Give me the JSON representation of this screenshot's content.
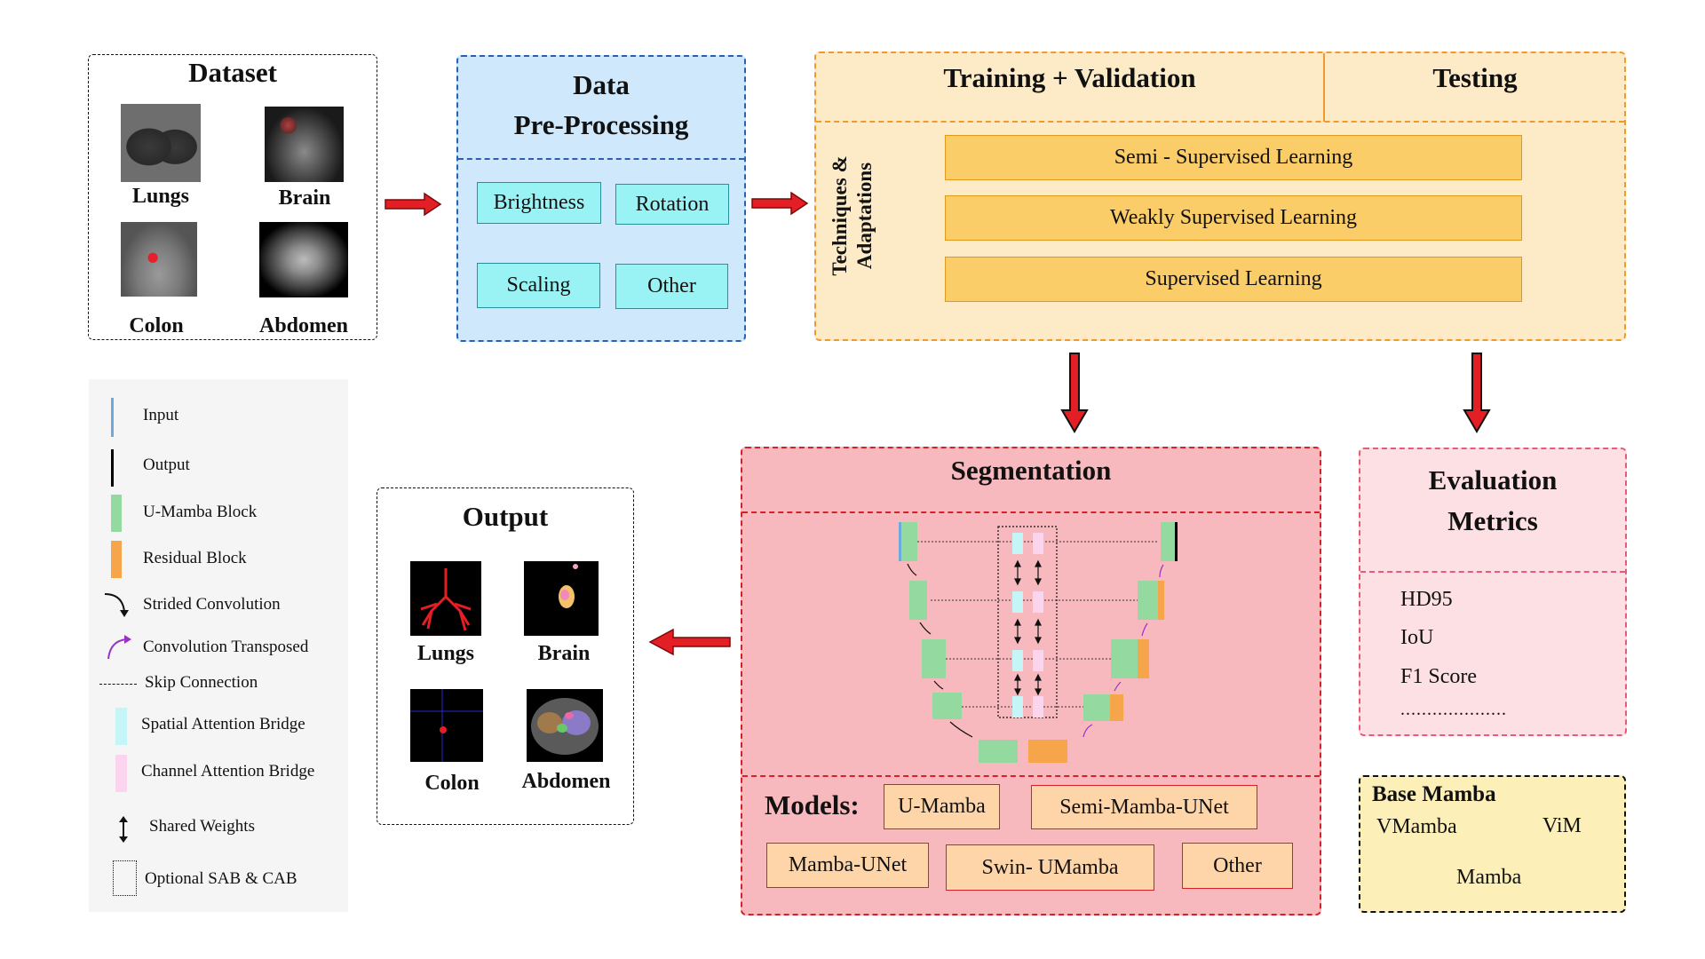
{
  "dataset": {
    "title": "Dataset",
    "items": [
      {
        "label": "Lungs"
      },
      {
        "label": "Brain"
      },
      {
        "label": "Colon"
      },
      {
        "label": "Abdomen"
      }
    ]
  },
  "preprocessing": {
    "title_line1": "Data",
    "title_line2": "Pre-Processing",
    "items": [
      "Brightness",
      "Rotation",
      "Scaling",
      "Other"
    ]
  },
  "training": {
    "header_left": "Training + Validation",
    "header_right": "Testing",
    "side_label_line1": "Techniques &",
    "side_label_line2": "Adaptations",
    "techniques": [
      "Semi - Supervised Learning",
      "Weakly Supervised Learning",
      "Supervised Learning"
    ]
  },
  "segmentation": {
    "title": "Segmentation",
    "models_label": "Models:",
    "models": [
      "U-Mamba",
      "Semi-Mamba-UNet",
      "Mamba-UNet",
      "Swin- UMamba",
      "Other"
    ]
  },
  "evaluation": {
    "title_line1": "Evaluation",
    "title_line2": "Metrics",
    "metrics": [
      "HD95",
      "IoU",
      "F1 Score",
      "...................."
    ]
  },
  "base_mamba": {
    "title": "Base Mamba",
    "items": [
      "VMamba",
      "ViM",
      "Mamba"
    ]
  },
  "output": {
    "title": "Output",
    "items": [
      {
        "label": "Lungs"
      },
      {
        "label": "Brain"
      },
      {
        "label": "Colon"
      },
      {
        "label": "Abdomen"
      }
    ]
  },
  "legend": {
    "items": [
      {
        "label": "Input",
        "color": "#6fa8dc"
      },
      {
        "label": "Output",
        "color": "#000000"
      },
      {
        "label": "U-Mamba Block",
        "color": "#93d9a0"
      },
      {
        "label": "Residual Block",
        "color": "#f6a54b"
      },
      {
        "label": "Strided Convolution",
        "icon": "curved-arrow-black"
      },
      {
        "label": "Convolution Transposed",
        "icon": "curved-arrow-purple"
      },
      {
        "label": "Skip Connection",
        "icon": "dashed-line"
      },
      {
        "label": "Spatial Attention Bridge",
        "color": "#c6f5f7"
      },
      {
        "label": "Channel Attention Bridge",
        "color": "#fbd5ee"
      },
      {
        "label": "Shared Weights",
        "icon": "double-arrow"
      },
      {
        "label": "Optional SAB & CAB",
        "icon": "dotted-box"
      }
    ]
  },
  "colors": {
    "arrow_red": "#e31e24",
    "preproc_fill": "#cfe8fb",
    "preproc_border": "#2b5fb4",
    "cyan_box": "#99f3f5",
    "orange_fill": "#fdebc8",
    "orange_border": "#f19a2b",
    "technique_fill": "#fbcd69",
    "seg_fill": "#f7b9bd",
    "seg_border": "#d8202a",
    "model_fill": "#fdd5a8",
    "eval_fill": "#fde0e4",
    "eval_border": "#e85a78",
    "base_fill": "#fcefb8"
  }
}
